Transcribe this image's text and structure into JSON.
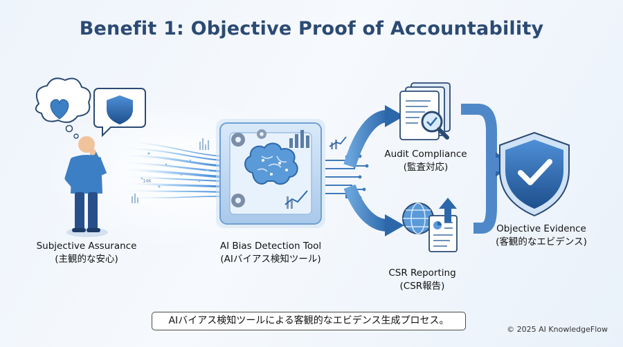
{
  "title": "Benefit 1: Objective Proof of Accountability",
  "nodes": {
    "subjective": {
      "line1": "Subjective Assurance",
      "line2": "(主観的な安心)"
    },
    "tool": {
      "line1": "AI Bias Detection Tool",
      "line2": "(AIバイアス検知ツール)"
    },
    "audit": {
      "line1": "Audit Compliance",
      "line2": "(監査対応)"
    },
    "csr": {
      "line1": "CSR Reporting",
      "line2": "(CSR報告)"
    },
    "evidence": {
      "line1": "Objective Evidence",
      "line2": "(客観的なエビデンス)"
    }
  },
  "stream_tick": "14K",
  "caption": "AIバイアス検知ツールによる客観的なエビデンス生成プロセス。",
  "copyright": "© 2025 AI KnowledgeFlow",
  "colors": {
    "title": "#2b4a73",
    "primary_blue": "#2f6fb3",
    "dark_blue": "#1f4f86",
    "light_blue": "#9cc3ea",
    "person_shirt": "#3d7fc4",
    "person_pants": "#27508a"
  }
}
